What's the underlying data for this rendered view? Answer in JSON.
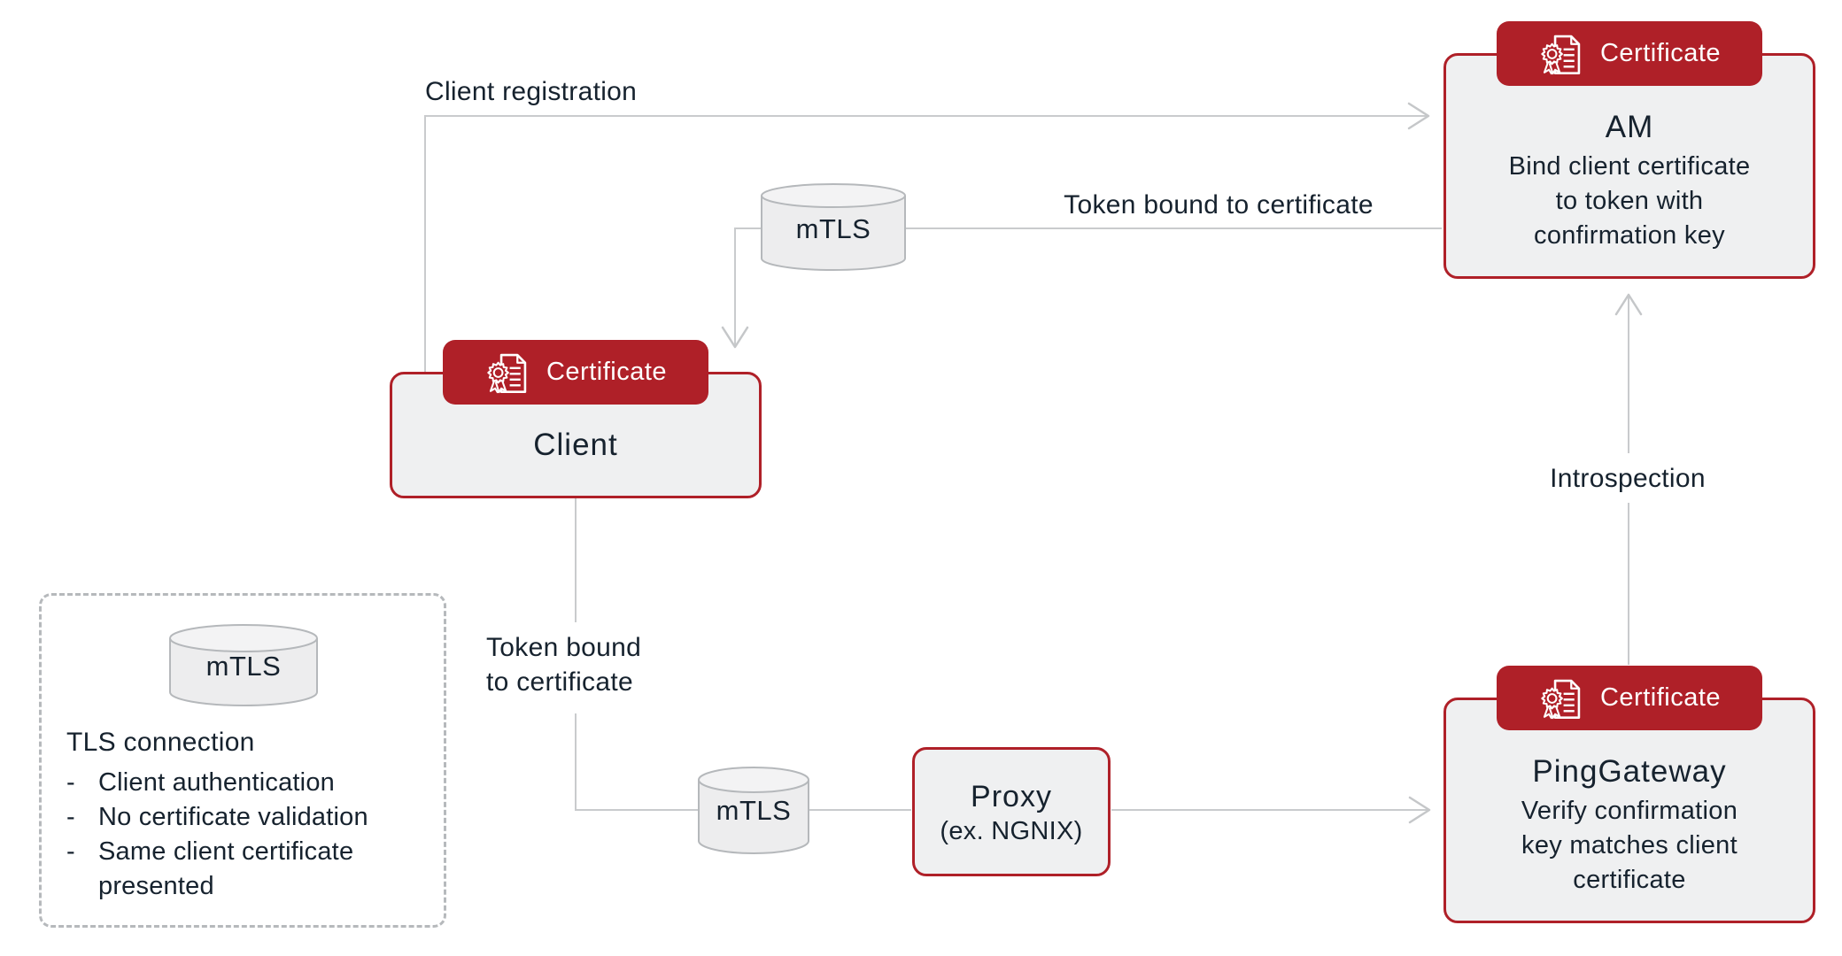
{
  "nodes": {
    "am": {
      "badge": "Certificate",
      "title": "AM",
      "body": [
        "Bind client certificate",
        "to token with",
        "confirmation key"
      ]
    },
    "client": {
      "badge": "Certificate",
      "title": "Client"
    },
    "proxy": {
      "title": "Proxy",
      "subtitle": "(ex. NGNIX)"
    },
    "pinggateway": {
      "badge": "Certificate",
      "title": "PingGateway",
      "body": [
        "Verify confirmation",
        "key matches client",
        "certificate"
      ]
    }
  },
  "cylinders": {
    "top": "mTLS",
    "middle": "mTLS",
    "legend": "mTLS"
  },
  "edges": {
    "client_registration": "Client registration",
    "token_bound_top": "Token bound to certificate",
    "token_bound_left": [
      "Token bound",
      "to certificate"
    ],
    "introspection": "Introspection"
  },
  "legend": {
    "cylinder_label": "mTLS",
    "heading": "TLS connection",
    "items": [
      "Client authentication",
      "No certificate validation",
      "Same client certificate presented"
    ]
  },
  "colors": {
    "accent_red": "#af2028",
    "text_dark": "#16222e",
    "line_gray": "#c9cbcd",
    "node_fill": "#eff0f1",
    "cylinder_fill": "#ededee",
    "cylinder_stroke": "#b5b8bb",
    "badge_text": "#ffffff"
  }
}
